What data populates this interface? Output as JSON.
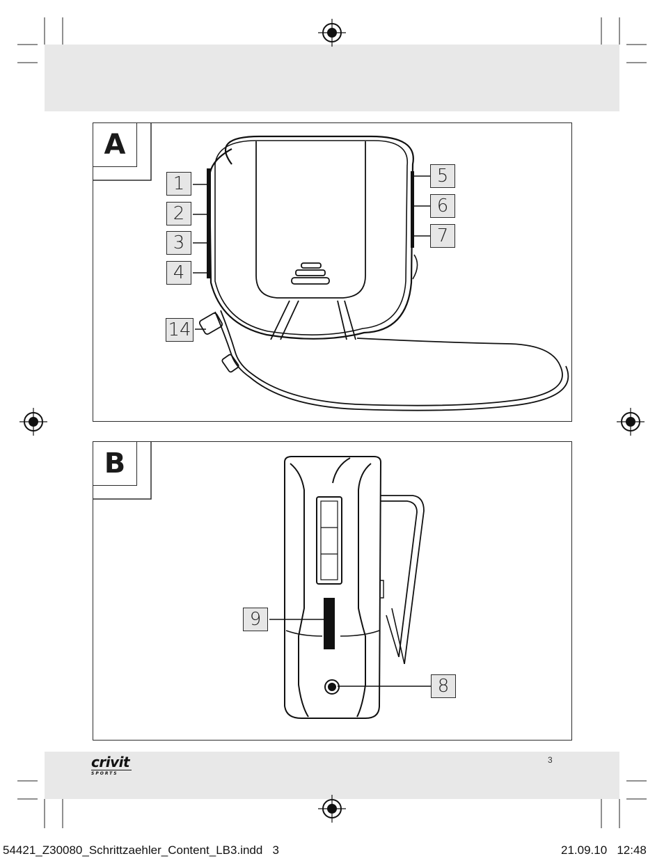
{
  "panel_a": {
    "letter": "A",
    "callouts_left": [
      "1",
      "2",
      "3",
      "4",
      "14"
    ],
    "callouts_right": [
      "5",
      "6",
      "7"
    ]
  },
  "panel_b": {
    "letter": "B",
    "callouts": [
      "9",
      "8"
    ]
  },
  "footer": {
    "brand": "crivit",
    "brand_sub": "SPORTS",
    "page_number": "3",
    "file_name": "54421_Z30080_Schrittzaehler_Content_LB3.indd   3",
    "date_time": "21.09.10   12:48"
  }
}
